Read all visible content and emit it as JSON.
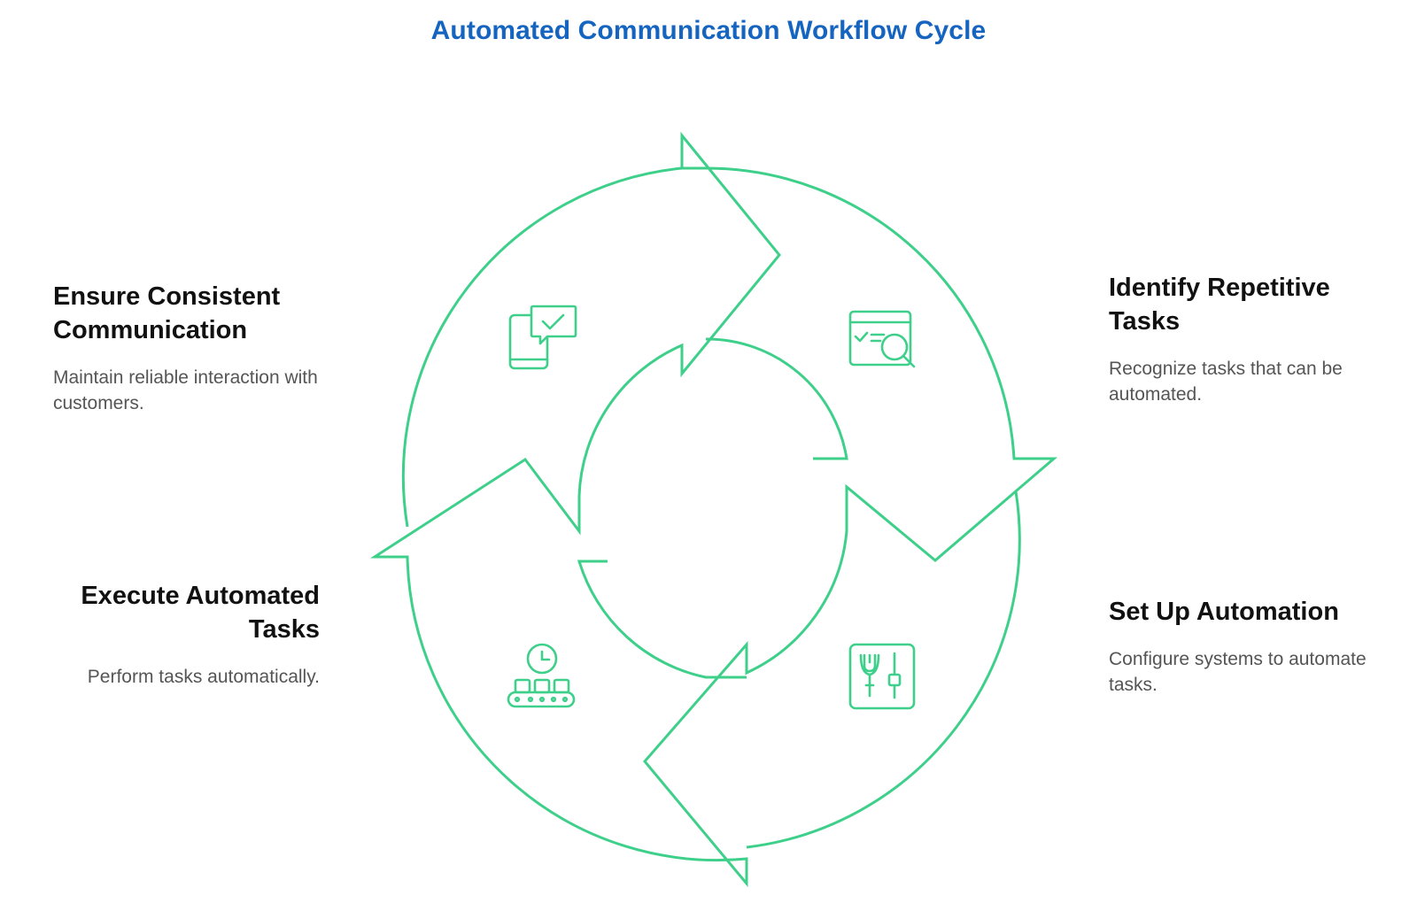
{
  "title": "Automated Communication Workflow Cycle",
  "colors": {
    "title": "#1565c0",
    "accent": "#3ed08a",
    "heading": "#111111",
    "description": "#555555"
  },
  "steps": [
    {
      "id": "identify",
      "heading": "Identify Repetitive Tasks",
      "description": "Recognize tasks that can be automated.",
      "icon": "search-window-icon"
    },
    {
      "id": "setup",
      "heading": "Set Up Automation",
      "description": "Configure systems to automate tasks.",
      "icon": "tools-settings-icon"
    },
    {
      "id": "execute",
      "heading": "Execute Automated Tasks",
      "description": "Perform tasks automatically.",
      "icon": "conveyor-clock-icon"
    },
    {
      "id": "ensure",
      "heading": "Ensure Consistent Communication",
      "description": "Maintain reliable interaction with customers.",
      "icon": "device-chat-check-icon"
    }
  ]
}
